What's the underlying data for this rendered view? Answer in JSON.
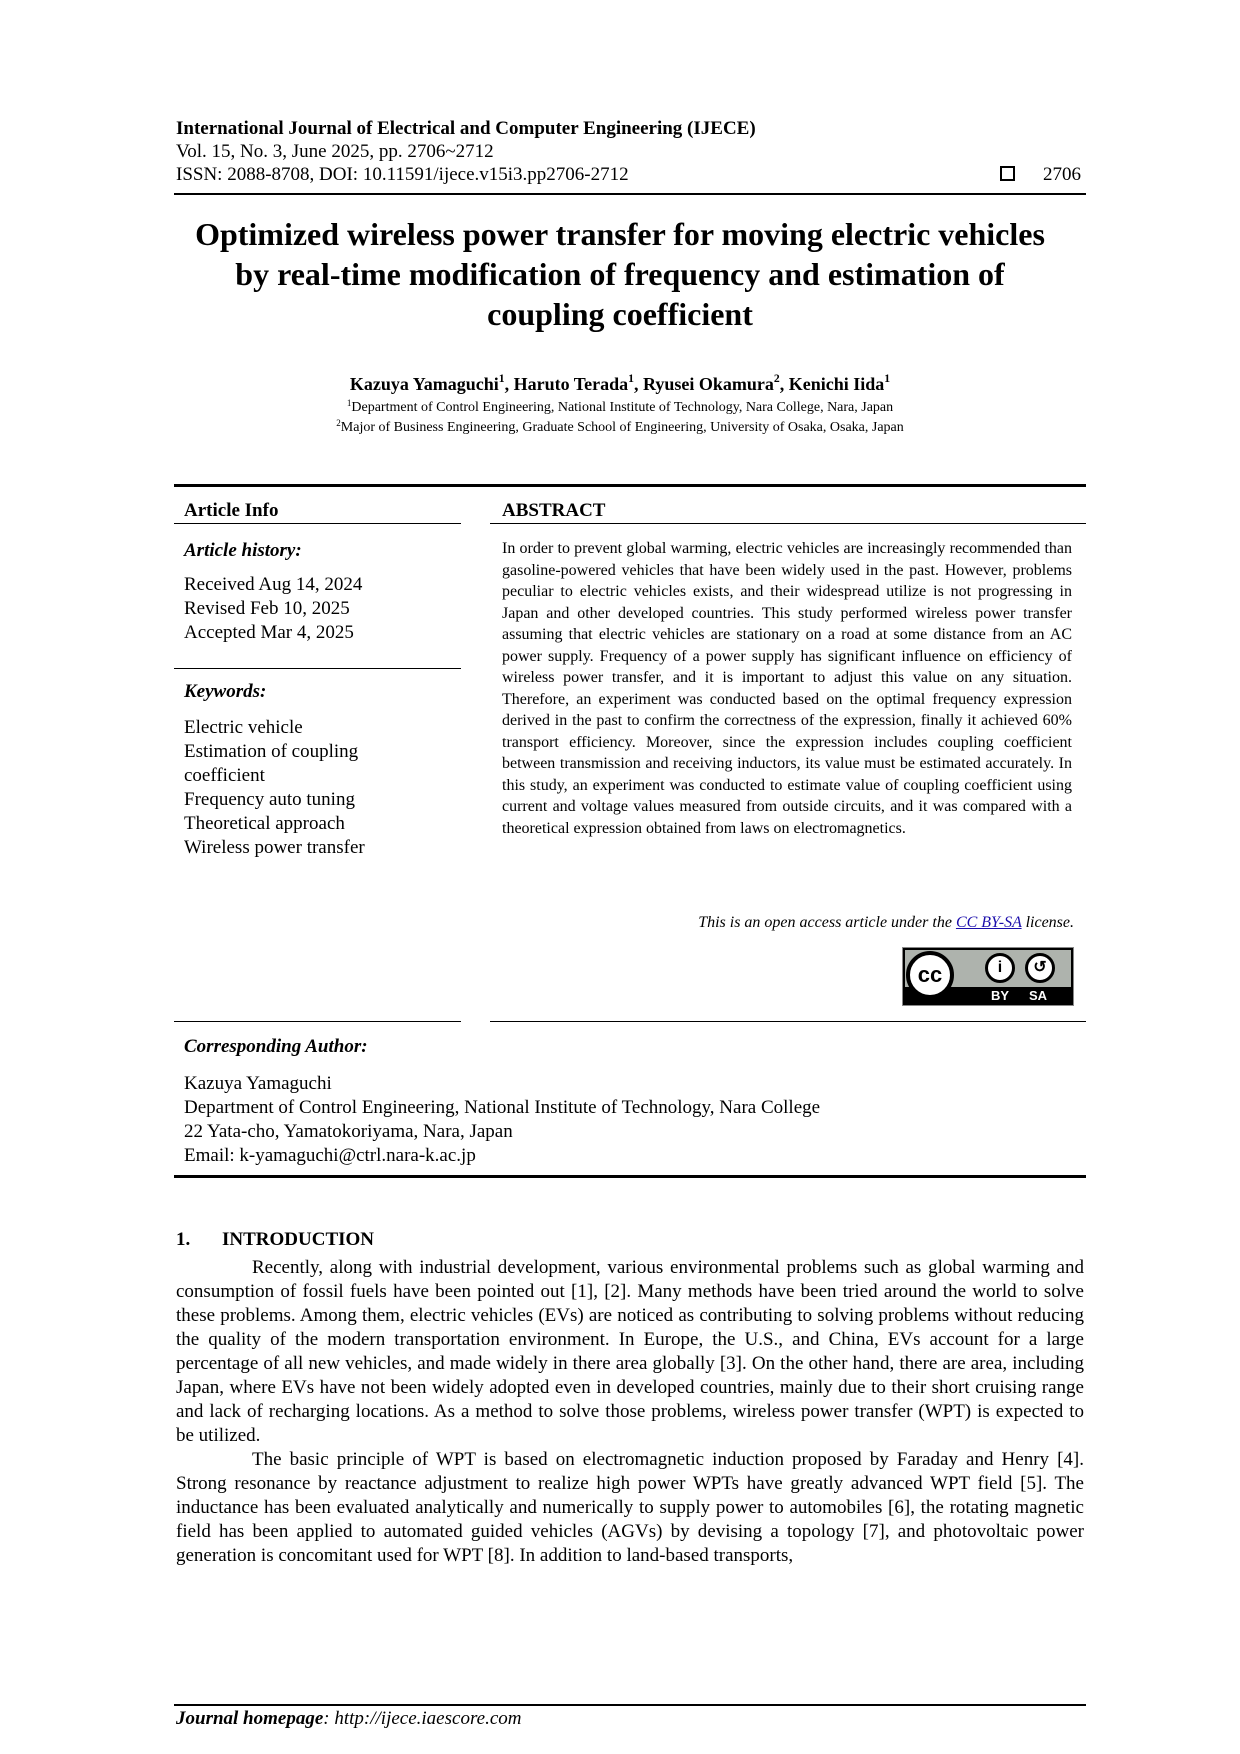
{
  "header": {
    "journal": "International Journal of Electrical and Computer Engineering (IJECE)",
    "volume": "Vol. 15, No. 3, June 2025, pp. 2706~2712",
    "issn": "ISSN: 2088-8708, DOI: 10.11591/ijece.v15i3.pp2706-2712",
    "page_number": "2706"
  },
  "title": {
    "line1": "Optimized wireless power transfer for moving electric vehicles",
    "line2": "by real-time modification of frequency and estimation of",
    "line3": "coupling coefficient"
  },
  "authors": [
    {
      "name": "Kazuya Yamaguchi",
      "sup": "1",
      "sep": ", "
    },
    {
      "name": "Haruto Terada",
      "sup": "1",
      "sep": ", "
    },
    {
      "name": "Ryusei Okamura",
      "sup": "2",
      "sep": ", "
    },
    {
      "name": "Kenichi Iida",
      "sup": "1",
      "sep": ""
    }
  ],
  "affiliations": [
    {
      "sup": "1",
      "text": "Department of Control Engineering, National Institute of Technology, Nara College, Nara, Japan"
    },
    {
      "sup": "2",
      "text": "Major of Business Engineering, Graduate School of Engineering, University of Osaka, Osaka, Japan"
    }
  ],
  "article_info": {
    "heading": "Article Info",
    "history_heading": "Article history:",
    "received": "Received Aug 14, 2024",
    "revised": "Revised Feb 10, 2025",
    "accepted": "Accepted Mar 4, 2025",
    "keywords_heading": "Keywords:",
    "keywords": [
      "Electric vehicle",
      "Estimation of coupling",
      "coefficient",
      "Frequency auto tuning",
      "Theoretical approach",
      "Wireless power transfer"
    ]
  },
  "abstract": {
    "heading": "ABSTRACT",
    "text": "In order to prevent global warming, electric vehicles are increasingly recommended than gasoline-powered vehicles that have been widely used in the past. However, problems peculiar to electric vehicles exists, and their widespread utilize is not progressing in Japan and other developed countries. This study performed wireless power transfer assuming that electric vehicles are stationary on a road at some distance from an AC power supply. Frequency of a power supply has significant influence on efficiency of wireless power transfer, and it is important to adjust this value on any situation. Therefore, an experiment was conducted based on the optimal frequency expression derived in the past to confirm the correctness of the expression, finally it achieved 60% transport efficiency. Moreover, since the expression includes coupling coefficient between transmission and receiving inductors, its value must be estimated accurately. In this study, an experiment was conducted to estimate value of coupling coefficient using current and voltage values measured from outside circuits, and it was compared with a theoretical expression obtained from laws on electromagnetics.",
    "license_prefix": "This is an open access article under the ",
    "license_link": "CC BY-SA",
    "license_suffix": " license."
  },
  "cc_badge": {
    "cc": "cc",
    "by": "BY",
    "sa": "SA",
    "by_icon": "i",
    "sa_icon": "↺"
  },
  "corresponding": {
    "heading": "Corresponding Author:",
    "name": "Kazuya Yamaguchi",
    "dept": "Department of Control Engineering, National Institute of Technology, Nara College",
    "address": "22 Yata-cho, Yamatokoriyama, Nara, Japan",
    "email": "Email: k-yamaguchi@ctrl.nara-k.ac.jp"
  },
  "section1": {
    "number": "1.",
    "heading": "INTRODUCTION",
    "para1": "Recently, along with industrial development, various environmental problems such as global warming and consumption of fossil fuels have been pointed out [1], [2]. Many methods have been tried around the world to solve these problems. Among them, electric vehicles (EVs) are noticed as contributing to solving problems without reducing the quality of the modern transportation environment. In Europe, the U.S., and China, EVs account for a large percentage of all new vehicles, and made widely in there area globally [3]. On the other hand, there are area, including Japan, where EVs have not been widely adopted even in developed countries, mainly due to their short cruising range and lack of recharging locations. As a method to solve those problems, wireless power transfer (WPT) is expected to be utilized.",
    "para2": "The basic principle of WPT is based on electromagnetic induction proposed by Faraday and Henry [4]. Strong resonance by reactance adjustment to realize high power WPTs have greatly advanced WPT field [5]. The inductance has been evaluated analytically and numerically to supply power to automobiles [6], the rotating magnetic field has been applied to automated guided vehicles (AGVs) by devising a topology [7], and photovoltaic power generation is concomitant used for WPT [8]. In addition to land-based transports,"
  },
  "footer": {
    "label": "Journal homepage",
    "url": ": http://ijece.iaescore.com"
  }
}
